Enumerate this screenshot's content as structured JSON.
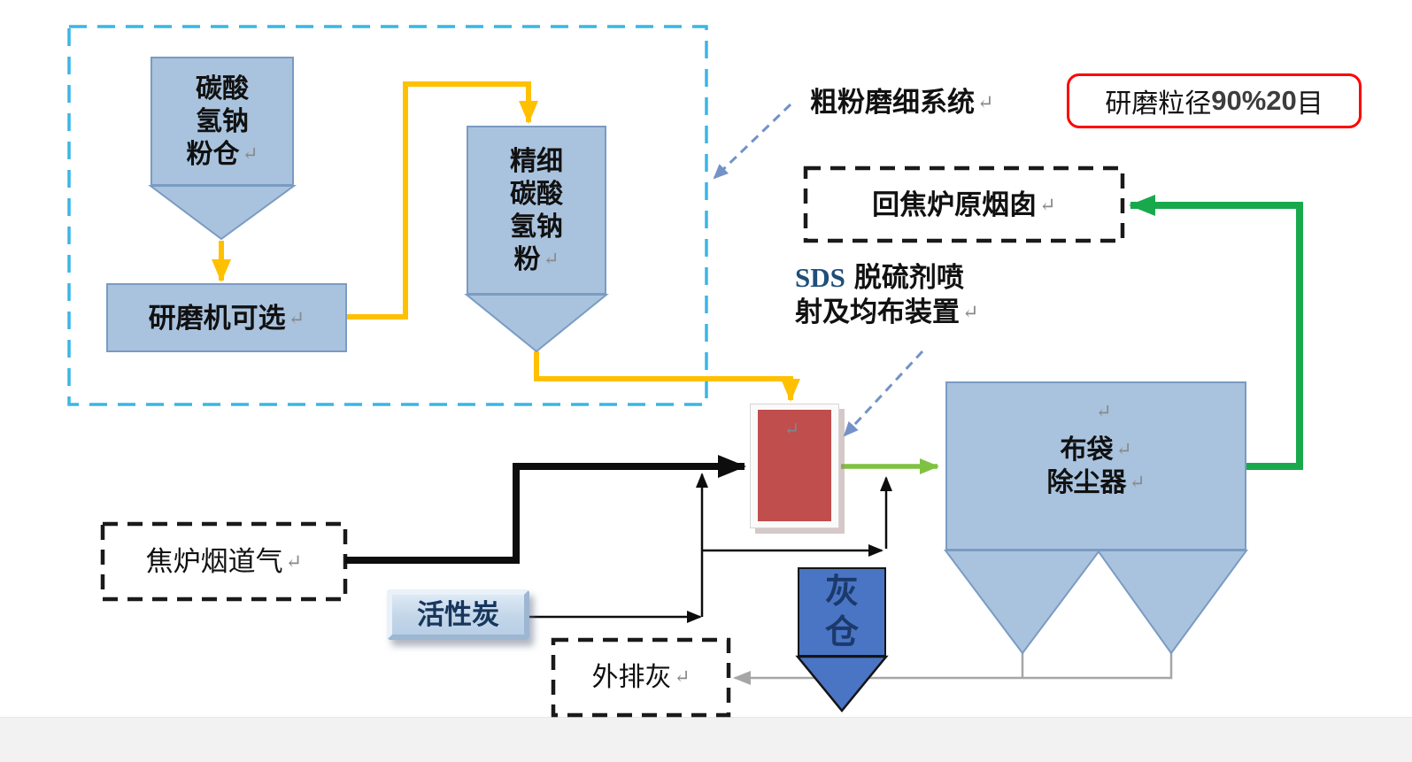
{
  "glyphs": {
    "ret": "↵"
  },
  "colors": {
    "frame_dash": "#3ab5e6",
    "silo_fill": "#a9c3de",
    "silo_border": "#7a9bc2",
    "arrow_yellow": "#ffc000",
    "arrow_black": "#0d0d0d",
    "arrow_gray": "#a6a6a6",
    "arrow_green_dark": "#18a94d",
    "arrow_green_light": "#7fc241",
    "arrow_blue_dashed": "#7292c8",
    "reactor_red": "#bf4e4c",
    "ash_silo_fill": "#4a74c4",
    "note_border": "#fe0000",
    "navy_text": "#17365d"
  },
  "nodes": {
    "bicarb_silo": {
      "line1": "碳酸",
      "line2": "氢钠",
      "line3": "粉仓"
    },
    "grinder": {
      "label": "研磨机可选"
    },
    "fine_silo": {
      "line1": "精细",
      "line2": "碳酸",
      "line3": "氢钠",
      "line4": "粉"
    },
    "return_stack": {
      "label": "回焦炉原烟囱"
    },
    "bag_filter": {
      "line1": "布袋",
      "line2": "除尘器"
    },
    "flue_gas": {
      "label": "焦炉烟道气"
    },
    "activated_carbon": {
      "label": "活性炭"
    },
    "ash_silo": {
      "line1": "灰",
      "line2": "仓"
    },
    "ash_discharge": {
      "label": "外排灰"
    }
  },
  "annotations": {
    "grinding_system": "粗粉磨细系统",
    "particle_note": {
      "prefix": "研磨粒径",
      "bold": "90%20",
      "suffix": "目"
    },
    "sds": {
      "en": "SDS",
      "line1_rest": "脱硫剂喷",
      "line2": "射及均布装置"
    }
  }
}
